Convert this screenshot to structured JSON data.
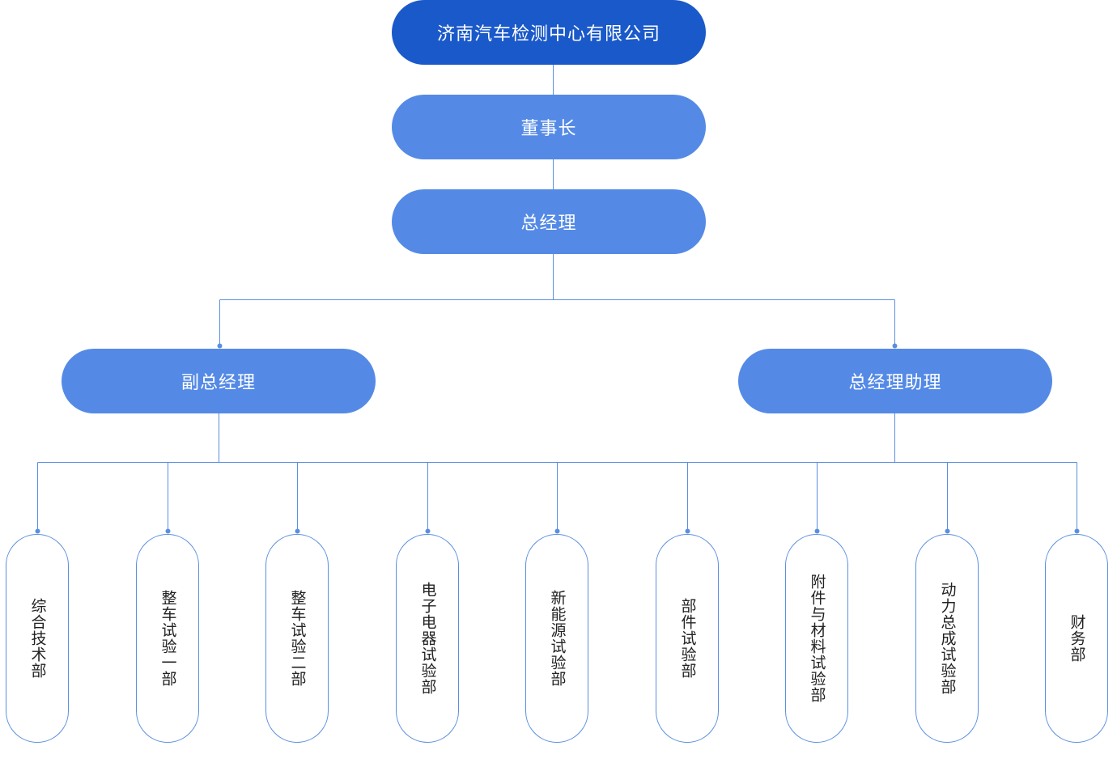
{
  "org": {
    "root": "济南汽车检测中心有限公司",
    "chairman": "董事长",
    "general_manager": "总经理",
    "deputy_gm": "副总经理",
    "gm_assistant": "总经理助理",
    "departments": [
      "综合技术部",
      "整车试验一部",
      "整车试验二部",
      "电子电器试验部",
      "新能源试验部",
      "部件试验部",
      "附件与材料试验部",
      "动力总成试验部",
      "财务部"
    ]
  },
  "colors": {
    "root_fill": "#1a59c9",
    "node_fill": "#548ae6",
    "line": "#5a8fe0",
    "dept_border": "#5a8fe0",
    "dept_text": "#222222"
  }
}
